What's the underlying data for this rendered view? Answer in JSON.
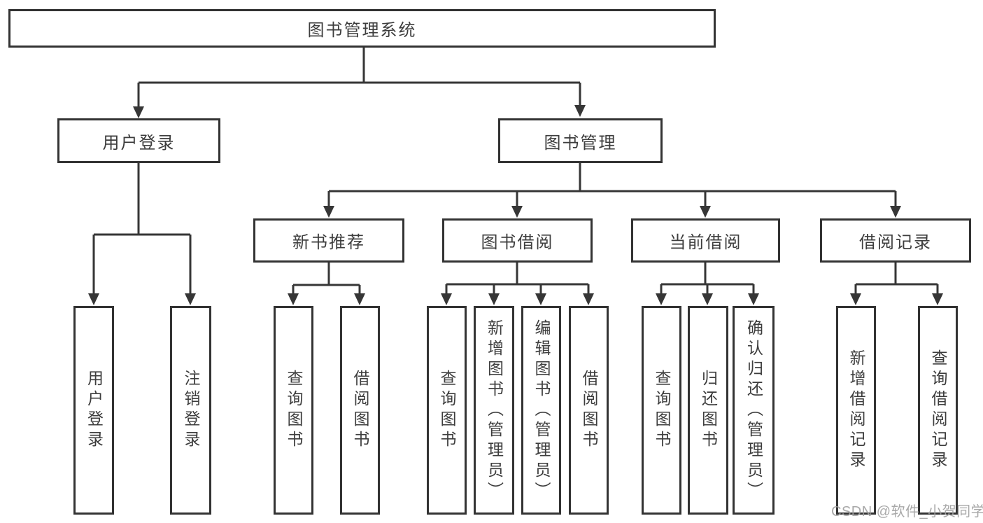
{
  "diagram": {
    "root": {
      "label": "图书管理系统"
    },
    "level2": [
      {
        "id": "user-login",
        "label": "用户登录"
      },
      {
        "id": "book-management",
        "label": "图书管理"
      }
    ],
    "level3": [
      {
        "id": "new-book-recommend",
        "label": "新书推荐"
      },
      {
        "id": "book-borrowing",
        "label": "图书借阅"
      },
      {
        "id": "current-borrowing",
        "label": "当前借阅"
      },
      {
        "id": "borrowing-records",
        "label": "借阅记录"
      }
    ],
    "leaves": [
      {
        "id": "user-login-action",
        "label": "用户登录",
        "parent": "user-login"
      },
      {
        "id": "logout-action",
        "label": "注销登录",
        "parent": "user-login"
      },
      {
        "id": "search-books-recommend",
        "label": "查询图书",
        "parent": "new-book-recommend"
      },
      {
        "id": "borrow-books-recommend",
        "label": "借阅图书",
        "parent": "new-book-recommend"
      },
      {
        "id": "search-books-borrowing",
        "label": "查询图书",
        "parent": "book-borrowing"
      },
      {
        "id": "add-books-admin",
        "label": "新增图书（管理员）",
        "parent": "book-borrowing"
      },
      {
        "id": "edit-books-admin",
        "label": "编辑图书（管理员）",
        "parent": "book-borrowing"
      },
      {
        "id": "borrow-books-borrowing",
        "label": "借阅图书",
        "parent": "book-borrowing"
      },
      {
        "id": "search-books-current",
        "label": "查询图书",
        "parent": "current-borrowing"
      },
      {
        "id": "return-books",
        "label": "归还图书",
        "parent": "current-borrowing"
      },
      {
        "id": "confirm-return-admin",
        "label": "确认归还（管理员）",
        "parent": "current-borrowing"
      },
      {
        "id": "add-borrow-record",
        "label": "新增借阅记录",
        "parent": "borrowing-records"
      },
      {
        "id": "search-borrow-record",
        "label": "查询借阅记录",
        "parent": "borrowing-records"
      }
    ]
  },
  "colors": {
    "line": "#363636",
    "border": "#333333",
    "text": "#3d3d3d",
    "background": "#ffffff",
    "watermark": "#9e9e9e"
  },
  "watermark": "CSDN @软件_小贺同学"
}
